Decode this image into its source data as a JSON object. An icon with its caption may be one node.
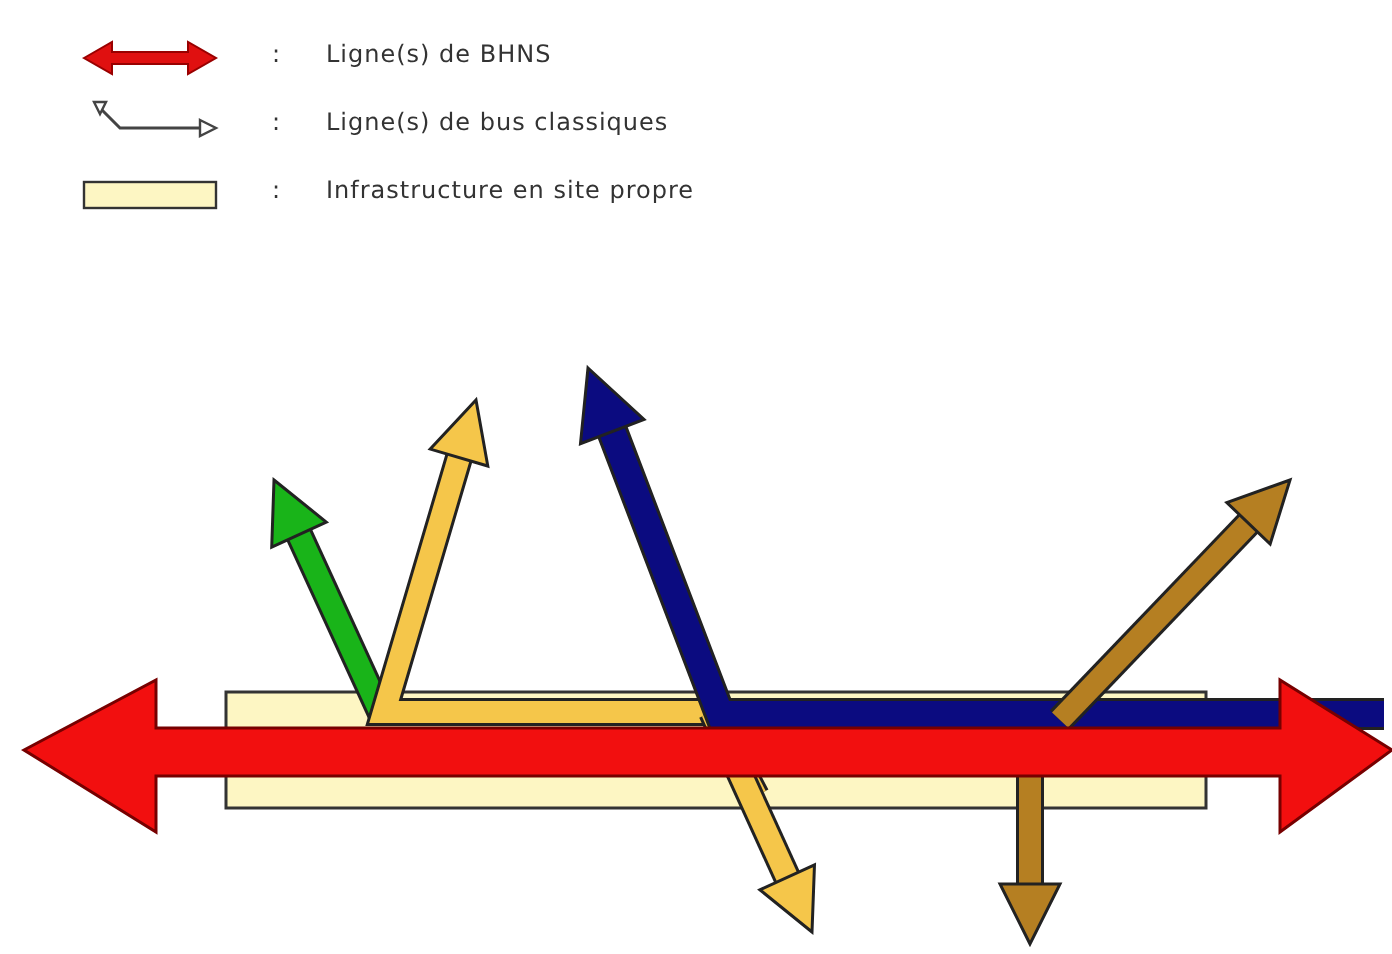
{
  "diagram": {
    "labels": [
      ":",
      ":",
      ":"
    ],
    "legend": [
      {
        "text": "Ligne(s) de BHNS"
      },
      {
        "text": "Ligne(s) de bus classiques"
      },
      {
        "text": "Infrastructure en site propre",
        "color": "#fdf6c3"
      }
    ]
  }
}
